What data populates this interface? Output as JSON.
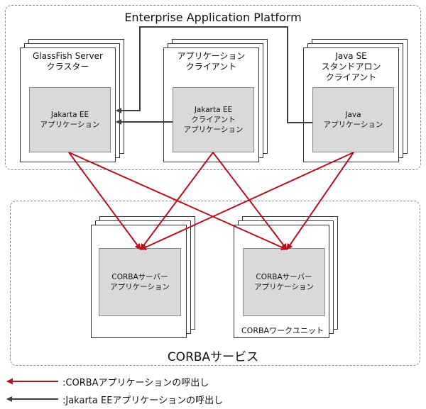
{
  "platform": {
    "title": "Enterprise Application Platform"
  },
  "clients": [
    {
      "header": "GlassFish Server\nクラスター",
      "app": "Jakarta EE\nアプリケーション"
    },
    {
      "header": "アプリケーション\nクライアント",
      "app": "Jakarta EE\nクライアント\nアプリケーション"
    },
    {
      "header": "Java SE\nスタンドアロン\nクライアント",
      "app": "Java\nアプリケーション"
    }
  ],
  "corba": {
    "title": "CORBAサービス",
    "servers": [
      {
        "app": "CORBAサーバー\nアプリケーション"
      },
      {
        "app": "CORBAサーバー\nアプリケーション",
        "caption": "CORBAワークユニット"
      }
    ]
  },
  "legend": [
    {
      "label": ":CORBAアプリケーションの呼出し",
      "color": "#b5121b"
    },
    {
      "label": ":Jakarta EEアプリケーションの呼出し",
      "color": "#3f3f3f"
    }
  ]
}
